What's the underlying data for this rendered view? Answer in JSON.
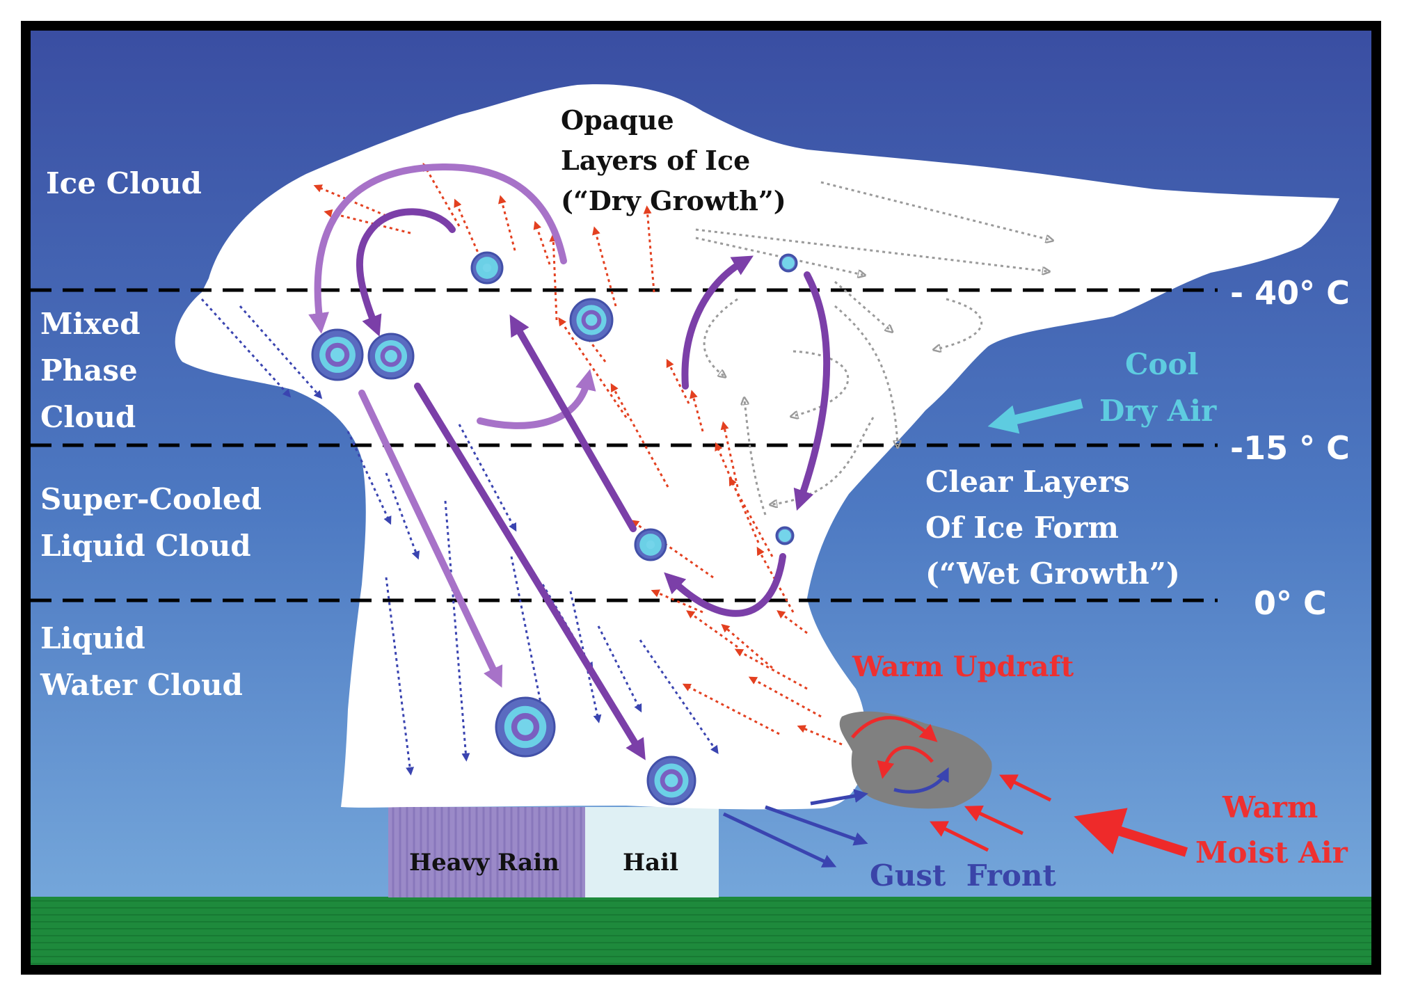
{
  "zones": {
    "ice_cloud": "Ice Cloud",
    "mixed_phase": [
      "Mixed",
      "Phase",
      "Cloud"
    ],
    "super_cooled": [
      "Super-Cooled",
      "Liquid Cloud"
    ],
    "liquid_water": [
      "Liquid",
      "Water Cloud"
    ]
  },
  "temperatures": {
    "minus40": "- 40° C",
    "minus15": "-15 ° C",
    "zero": "0° C"
  },
  "labels": {
    "opaque": [
      "Opaque",
      "Layers of Ice",
      "(“Dry Growth”)"
    ],
    "clear": [
      "Clear Layers",
      "Of Ice Form",
      "(“Wet Growth”)"
    ],
    "cool_dry_air": [
      "Cool",
      "Dry Air"
    ],
    "warm_updraft": "Warm Updraft",
    "warm_moist_air": [
      "Warm",
      "Moist Air"
    ],
    "gust_front": "Gust  Front",
    "heavy_rain": "Heavy Rain",
    "hail": "Hail"
  },
  "colors": {
    "sky_top": "#3a4ea2",
    "sky_bottom": "#6c9ed6",
    "ground": "#1e8a3c",
    "cloud": "#ffffff",
    "label_white": "#ffffff",
    "cyan_label": "#5ecce0",
    "red_label": "#ee3030",
    "blue_label": "#3a44a8",
    "purple": "#7b3fa8",
    "light_purple": "#a772c8",
    "red_arrow": "#e34020",
    "blue_arrow": "#3a44b0",
    "gray_arrow": "#9a9a9a",
    "rain_fill": "#9b8ac8",
    "hail_fill": "#dff0f4",
    "gust_cloud": "#808080"
  }
}
